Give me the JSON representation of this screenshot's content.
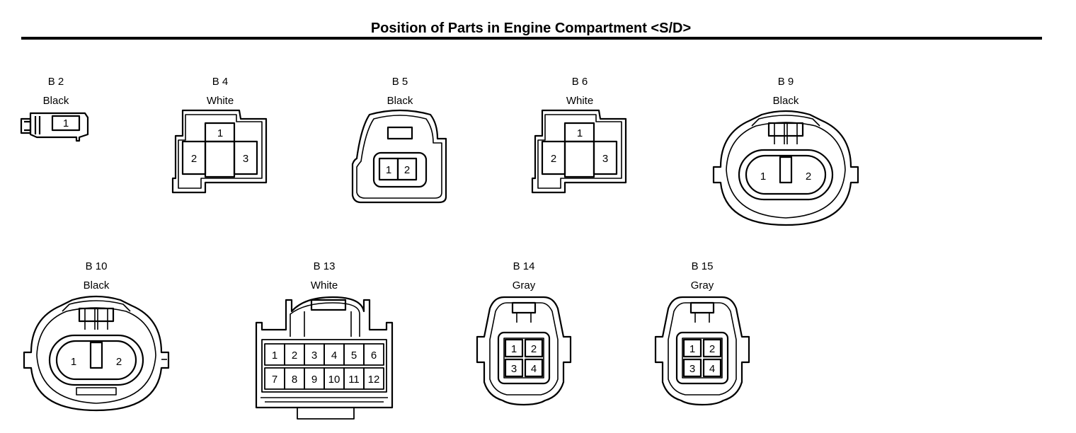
{
  "title": "Position of Parts in Engine Compartment <S/D>",
  "connectors": [
    {
      "id": "B 2",
      "color": "Black"
    },
    {
      "id": "B 4",
      "color": "White"
    },
    {
      "id": "B 5",
      "color": "Black"
    },
    {
      "id": "B 6",
      "color": "White"
    },
    {
      "id": "B 9",
      "color": "Black"
    },
    {
      "id": "B 10",
      "color": "Black"
    },
    {
      "id": "B 13",
      "color": "White"
    },
    {
      "id": "B 14",
      "color": "Gray"
    },
    {
      "id": "B 15",
      "color": "Gray"
    }
  ],
  "pins": {
    "b2": [
      "1"
    ],
    "b4": [
      "1",
      "2",
      "3"
    ],
    "b5": [
      "1",
      "2"
    ],
    "b6": [
      "1",
      "2",
      "3"
    ],
    "b9": [
      "1",
      "2"
    ],
    "b10": [
      "1",
      "2"
    ],
    "b13": [
      "1",
      "2",
      "3",
      "4",
      "5",
      "6",
      "7",
      "8",
      "9",
      "10",
      "11",
      "12"
    ],
    "b14": [
      "1",
      "2",
      "3",
      "4"
    ],
    "b15": [
      "1",
      "2",
      "3",
      "4"
    ]
  }
}
